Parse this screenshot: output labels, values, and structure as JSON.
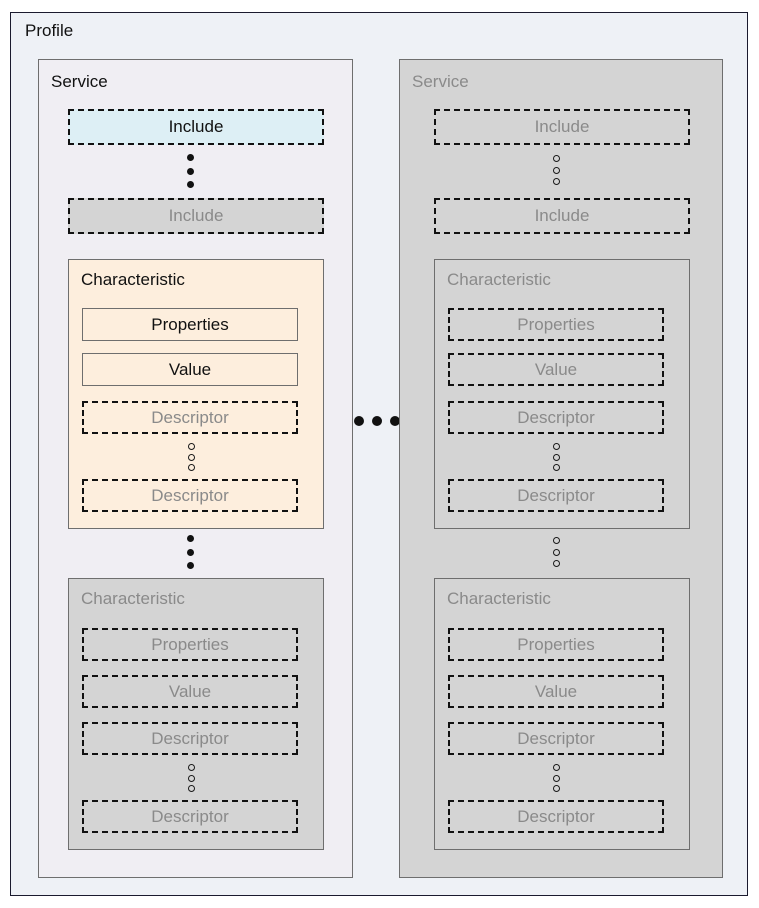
{
  "diagram": {
    "title": "Profile",
    "columns": [
      {
        "name": "service-active",
        "label": "Service",
        "state": "active",
        "includes": [
          {
            "label": "Include",
            "state": "highlighted"
          },
          {
            "label": "Include",
            "state": "dim"
          }
        ],
        "include_ellipsis": "vertical-filled",
        "characteristics": [
          {
            "label": "Characteristic",
            "state": "highlighted",
            "rows": [
              {
                "label": "Properties",
                "state": "solid"
              },
              {
                "label": "Value",
                "state": "solid"
              },
              {
                "label": "Descriptor",
                "state": "dim"
              },
              {
                "label": "Descriptor",
                "state": "dim"
              }
            ],
            "descriptor_ellipsis": "vertical-hollow"
          },
          {
            "label": "Characteristic",
            "state": "dim",
            "rows": [
              {
                "label": "Properties",
                "state": "dim"
              },
              {
                "label": "Value",
                "state": "dim"
              },
              {
                "label": "Descriptor",
                "state": "dim"
              },
              {
                "label": "Descriptor",
                "state": "dim"
              }
            ],
            "descriptor_ellipsis": "vertical-hollow"
          }
        ],
        "characteristic_ellipsis": "vertical-filled"
      },
      {
        "name": "service-dim",
        "label": "Service",
        "state": "dim",
        "includes": [
          {
            "label": "Include",
            "state": "dim"
          },
          {
            "label": "Include",
            "state": "dim"
          }
        ],
        "include_ellipsis": "vertical-hollow",
        "characteristics": [
          {
            "label": "Characteristic",
            "state": "dim",
            "rows": [
              {
                "label": "Properties",
                "state": "dim"
              },
              {
                "label": "Value",
                "state": "dim"
              },
              {
                "label": "Descriptor",
                "state": "dim"
              },
              {
                "label": "Descriptor",
                "state": "dim"
              }
            ],
            "descriptor_ellipsis": "vertical-hollow"
          },
          {
            "label": "Characteristic",
            "state": "dim",
            "rows": [
              {
                "label": "Properties",
                "state": "dim"
              },
              {
                "label": "Value",
                "state": "dim"
              },
              {
                "label": "Descriptor",
                "state": "dim"
              },
              {
                "label": "Descriptor",
                "state": "dim"
              }
            ],
            "descriptor_ellipsis": "vertical-hollow"
          }
        ],
        "characteristic_ellipsis": "vertical-hollow"
      }
    ],
    "column_ellipsis": "horizontal-filled",
    "colors": {
      "profile_background": "#eef1f6",
      "profile_border": "#1a1a2e",
      "service_active_background": "#f0eef3",
      "service_dim_background": "#d4d4d4",
      "include_highlight_background": "#ddeff5",
      "characteristic_highlight_background": "#fdeedd",
      "dim_fill": "#d4d4d4",
      "text_active": "#111111",
      "text_dim": "#8a8a8a",
      "border_solid": "#6e6e6e",
      "border_dashed": "#111111",
      "border_dashed_dim": "#777777"
    }
  }
}
